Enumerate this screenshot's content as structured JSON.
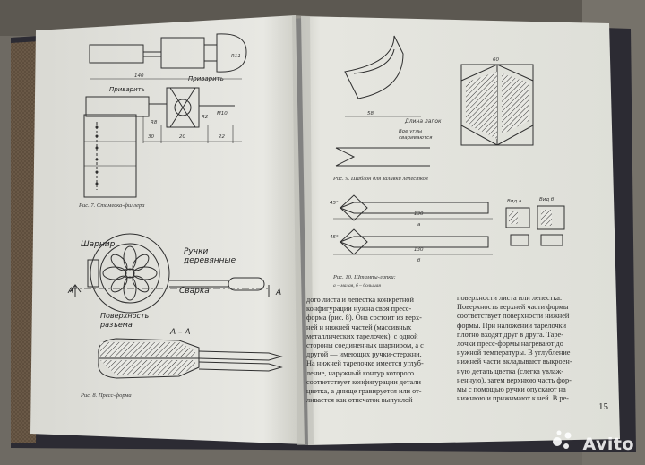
{
  "left_page": {
    "fig7_caption": "Рис. 7. Стамеска-филлера",
    "fig8_caption": "Рис. 8. Пресс-форма",
    "fig7_labels": {
      "privarit_1": "Приварить",
      "privarit_2": "Приварить",
      "dim_140": "140",
      "dim_30": "30",
      "dim_20": "20",
      "dim_r8": "R8",
      "dim_r2": "R2",
      "dim_m10": "M10",
      "dim_22": "22",
      "dim_r11": "R11"
    },
    "fig8_labels": {
      "hinge": "Шарнир",
      "handles": "Ручки\nдеревянные",
      "weld": "Сварка",
      "section_a": "А",
      "section_a2": "А",
      "section_title": "А – А",
      "surface": "Поверхность\nразъема"
    }
  },
  "right_page": {
    "fig9_caption": "Рис. 9. Шаблон для заливки лепестков",
    "fig10_caption": "Рис. 10. Штампы-лапки:",
    "fig10_subcaption": "а – малая, б – большая",
    "fig9_labels": {
      "petal_length": "Длина лапок",
      "lobe_angle": "Вое углы\nсвариваются",
      "dim_58": "58",
      "dim_60": "60"
    },
    "fig10_labels": {
      "dim_130a": "130",
      "dim_130b": "130",
      "label_a": "а",
      "label_b": "б",
      "view_a": "Вид а",
      "view_b": "Вид б",
      "angle_45a": "45°",
      "angle_45b": "45°"
    },
    "col1_text": "дого листа и лепестка конкретной\nконфигурации нужна своя пресс-\nформа (рис. 8). Она состоит из верх-\nней и нижней частей (массивных\nметаллических тарелочек), с одной\nстороны соединенных шарниром, а с\nдругой — имеющих ручки-стержни.\nНа нижней тарелочке имеется углуб-\nление, наружный контур которого\nсоответствует конфигурации детали\nцветка, а днище гравируется или от-\nливается как отпечаток выпуклой",
    "col2_text": "поверхности листа или лепестка.\nПоверхность верхней части формы\nсоответствует поверхности нижней\nформы. При наложении тарелочки\nплотно входят друг в друга. Таре-\nлочки пресс-формы нагревают до\nнужной температуры. В углубление\nнижней части вкладывают выкроен-\nную деталь цветка (слегка увлаж-\nненную), затем верхнюю часть фор-\nмы с помощью ручки опускают на\nнижнюю и прижимают к ней. В ре-",
    "page_number": "15"
  },
  "watermark": {
    "text": "Avito",
    "colors": [
      "#ffffff"
    ]
  },
  "colors": {
    "background": "#6e6a63",
    "left_page": "#e9e9e4",
    "right_page": "#e6e6e0",
    "cover": "#2c2b33",
    "ink": "#2b2b2b"
  }
}
